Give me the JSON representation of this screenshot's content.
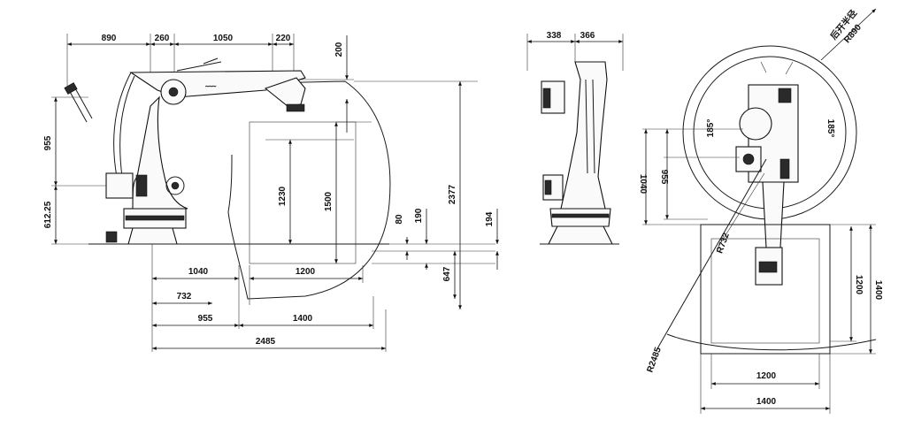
{
  "side_view": {
    "top_dims": [
      "890",
      "260",
      "1050",
      "220"
    ],
    "dim_200": "200",
    "dim_955": "955",
    "dim_612": "612.25",
    "dim_1230": "1230",
    "dim_1500": "1500",
    "dim_2377": "2377",
    "dim_80": "80",
    "dim_190": "190",
    "dim_194": "194",
    "dim_647": "647",
    "bottom_dims": [
      "1040",
      "1200",
      "732",
      "955",
      "1400",
      "2485"
    ]
  },
  "front_view": {
    "top_dims": [
      "338",
      "366"
    ]
  },
  "top_view": {
    "range_label": "R890",
    "range_note": "后开半径",
    "angle_left": "185°",
    "angle_right": "185°",
    "dim_1040": "1040",
    "dim_955": "955",
    "dim_r732": "R732",
    "dim_r2485": "R2485",
    "dim_1200_v": "1200",
    "dim_1400_v": "1400",
    "dim_1200_h": "1200",
    "dim_1400_h": "1400"
  },
  "colors": {
    "line": "#111111",
    "background": "#ffffff"
  }
}
